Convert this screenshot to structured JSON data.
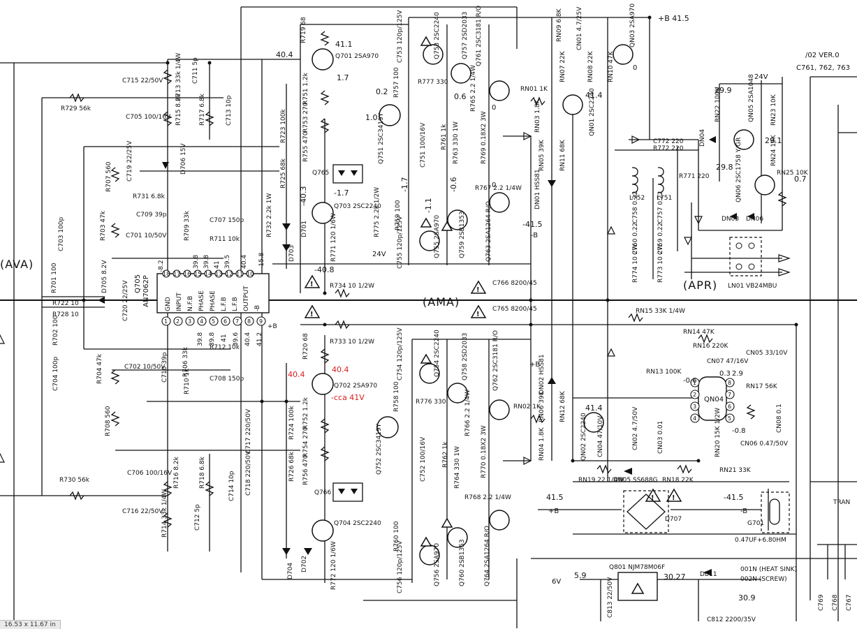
{
  "header": {
    "supply_pos": "+B 41.5",
    "version": "/02 VER.0",
    "version2": "C761, 762, 763"
  },
  "blocks": {
    "ama": "(AMA)",
    "apr": "(APR)",
    "ava": "(AVA)"
  },
  "ic_q705": {
    "name": "Q705",
    "part": "AN7062P",
    "pins": [
      "1",
      "2",
      "3",
      "4",
      "5",
      "6",
      "7",
      "8",
      "9",
      "10",
      "11",
      "12",
      "13",
      "14",
      "15",
      "16",
      "17",
      "18"
    ],
    "pin_names": [
      "GND",
      "INPUT",
      "N.F.B",
      "PHASE",
      "PHASE",
      "L.F.B",
      "L.F.B",
      "OUTPUT",
      "-B",
      "+B"
    ],
    "volts_top": [
      "-8.2",
      "39.8",
      "39.8",
      "41",
      "39.5",
      "40.4",
      "-15.8"
    ],
    "volts_bottom": [
      "39.8",
      "39.8",
      "41",
      "39.6",
      "40.4",
      "41.2"
    ]
  },
  "ic_qn04": {
    "name": "QN04",
    "pins": [
      "1",
      "2",
      "3",
      "4",
      "5",
      "6",
      "7",
      "8"
    ],
    "volts": [
      "-0.6",
      "2.9",
      "-0.8",
      "0.3"
    ]
  },
  "voltages": {
    "v1": "40.4",
    "v2": "41.1",
    "v3": "1.7",
    "v4": "0.2",
    "v5": "1.0",
    "v6": "-40.3",
    "v7": "-1.7",
    "v8": "-1.7",
    "v9": "-1.1",
    "v10": "-0.6",
    "v11": "0.6",
    "v12": "0",
    "v13": "0",
    "v14": "0",
    "v15": "41.4",
    "v16": "-41.5",
    "v17": "-40.8",
    "v18": "29.9",
    "v19": "29.1",
    "v20": "29.8",
    "v21": "0.7",
    "v22": "41.4",
    "v23": "5.9",
    "v24": "30.27",
    "v25": "30.9",
    "v26": "41.5",
    "v27": "-41.5",
    "v28": "24V",
    "v29": "24V",
    "v30": "6V"
  },
  "annotations": {
    "red1": "40.4",
    "red2": "40.4",
    "red3": "-cca 41V"
  },
  "components": {
    "r719": "R719 68",
    "q701": "Q701 2SA970",
    "r751": "R751 1.2k",
    "r753": "R753 270",
    "r755": "R755 470",
    "q751": "Q751 2SC3419Y",
    "q765": "Q765",
    "q703": "Q703 2SC2240",
    "d701": "D701",
    "d703": "D703",
    "r771": "R771 120 1/6W",
    "r734": "R734 10 1/2W",
    "r733": "R733 10 1/2W",
    "r720": "R720 68",
    "q702": "Q702 2SA970",
    "r752": "R752 1.2k",
    "r754": "R754 270",
    "r756": "R756 470",
    "q752": "Q752 2SC3419Y",
    "q766": "Q766",
    "q704": "Q704 2SC2240",
    "d702": "D702",
    "d704": "D704",
    "r772b": "R772 120 1/6W",
    "r724": "R724 100k",
    "r726": "R726 68k",
    "c753": "C753 120p/125V",
    "q753": "Q753 2SC2240",
    "q757": "Q757 2SD2033",
    "q761": "Q761 2SC3181 R/O",
    "r757": "R757 100",
    "r777": "R777 330",
    "r765": "R765 2.2 1/4W",
    "c751": "C751 100/16V",
    "r761": "R761 1k",
    "r763": "R763 330 1W",
    "r769": "R769 0.18X2 3W",
    "r767": "R767 2.2 1/4W",
    "q755": "Q755 2SA970",
    "q759": "Q759 2SB1353",
    "q763": "Q763 2SA1264 R/O",
    "c755": "C755 120p/125V",
    "r775": "R775 2.2k 1/2W",
    "r759": "R759 100",
    "c754": "C754 120p/125V",
    "q754": "Q754 2SC2240",
    "q758": "Q758 2SD2033",
    "q762": "Q762 2SC3181 R/O",
    "r758": "R758 100",
    "r776": "R776 330",
    "r766": "R766 2.2 1/4W",
    "c752": "C752 100/16V",
    "r762": "R762 1k",
    "r764": "R764 330 1W",
    "r770": "R770 0.18X2 3W",
    "r768": "R768 2.2 1/4W",
    "q756": "Q756 2SA970",
    "q760b": "Q760 2SB1353",
    "q764": "Q764 2SA1264 R/O",
    "c756": "C756 120p/125V",
    "r760": "R760 100",
    "rn09": "RN09 6.8K",
    "cn01": "CN01 4.7/25V",
    "qn03": "QN03 2SA970",
    "rn07": "RN07 22K",
    "rn08": "RN08 22K",
    "rn10": "RN10 47K",
    "rn01": "RN01 1K",
    "rn03": "RN03 1.8K",
    "qn01": "QN01 2SC2240",
    "rn05": "RN05 39K",
    "rn11": "RN11 68K",
    "dn01": "DN01 HSS81",
    "rn02": "RN02 1K",
    "rn06": "RN06 39K",
    "rn12": "RN12 68K",
    "dn02": "DN02 HSS81",
    "rn04": "RN04 1.8K",
    "qn02": "QN02 2SC2240",
    "cn04": "CN04 47/10V",
    "cn02": "CN02 4.7/50V",
    "cn03": "CN03 0.01",
    "c772": "C772 220",
    "r772": "R772 220",
    "r771b": "R771 220",
    "l752": "L752",
    "l751": "L751",
    "c758": "C758 0.22",
    "c757": "C757 0.22",
    "c760": "C760 0.22",
    "c759": "C759 0.22",
    "r774": "R774 10 2W",
    "r773": "R773 10 2W",
    "dn03": "DN03",
    "dn06": "DN06",
    "ln01": "LN01 VB24MBU",
    "rn22": "RN22 100K",
    "qn05": "QN05 2SA1048",
    "rn23": "RN23 10K",
    "rn24": "RN24 10K",
    "dn04": "DN04",
    "qn06": "QN06 2SC1758 Y/GR",
    "rn25": "RN25 10K",
    "rn15": "RN15 33K 1/4W",
    "rn14": "RN14 47K",
    "rn16": "RN16 220K",
    "cn07": "CN07 47/16V",
    "rn13": "RN13 100K",
    "cn05": "CN05 33/10V",
    "rn17": "RN17 56K",
    "cn08": "CN08 0.1",
    "rn20": "RN20 15K 1/2W",
    "cn06": "CN06 0.47/50V",
    "rn21": "RN21 33K",
    "rn19": "RN19 22 1/4W",
    "dn05": "DN05 SS688G",
    "rn18": "RN18 22K",
    "d707": "D707",
    "g701": "G701",
    "g701v": "0.47UF+6.80HM",
    "q801": "Q801 NJM78M06F",
    "db11": "DB11",
    "c813": "C813 22/50V",
    "c812": "C812 2200/35V",
    "heatsink1": "001N (HEAT SINK)",
    "heatsink2": "002N (SCREW)",
    "c769": "C769",
    "c768": "C768",
    "c767": "C767",
    "tran": "TRAN",
    "c715": "C715 22/50V",
    "r713": "R713 33k 1/4W",
    "c711": "C711 5p",
    "r729": "R729 56k",
    "c705": "C705 100/16V",
    "r715": "R715 8.2k",
    "r717": "R717 6.8k",
    "c713": "C713 10p",
    "r723": "R723 100k",
    "r725": "R725 68k",
    "r707": "R707 560",
    "c719": "C719 22/25V",
    "d706": "D706 15V",
    "r731": "R731 6.8k",
    "c709": "C709 39p",
    "c701": "C701 10/50V",
    "r709": "R709 33k",
    "c707": "C707 150p",
    "r711": "R711 10k",
    "r703": "R703 47k",
    "c703": "C703 100p",
    "r732": "R732 2.2k 1W",
    "r701": "R701 100",
    "d705": "D705 8.2V",
    "c720": "C720 22/25V",
    "r722": "R722 10",
    "r728": "R728 10",
    "r702": "R702 100",
    "c704": "C704 100p",
    "r704": "R704 47k",
    "c702": "C702 10/50V",
    "c710": "C710 39p",
    "r710": "R710 1k",
    "r706": "R706 33k",
    "r712": "R712 10k",
    "c708": "C708 150p",
    "r708": "R708 560",
    "c717": "C717 220/50V",
    "c718": "C718 220/50V",
    "c706": "C706 100/16V",
    "r716": "R716 8.2k",
    "r718": "R718 6.8k",
    "c714": "C714 10p",
    "r730": "R730 56k",
    "c716": "C716 22/50V",
    "r714": "R714 33k 1/4W",
    "c712": "C712 5p",
    "c766": "C766 8200/45",
    "c765": "C765 8200/45"
  },
  "status": {
    "dims": "16.53 x 11.67 in"
  }
}
